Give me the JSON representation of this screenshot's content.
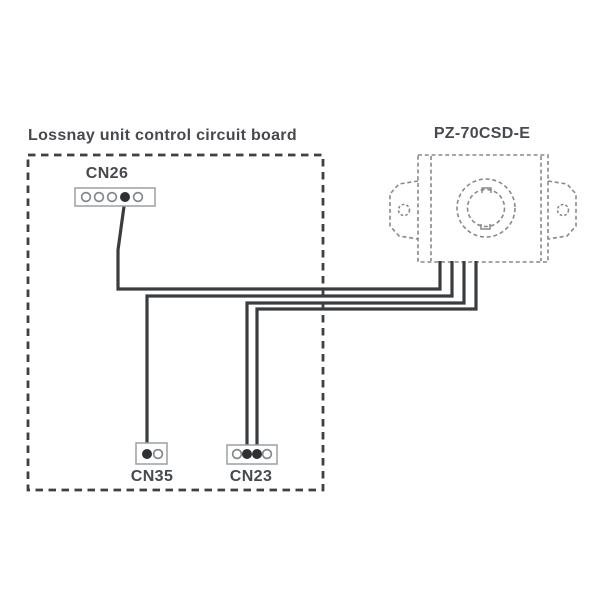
{
  "board": {
    "title": "Lossnay unit control circuit board",
    "connectors": [
      {
        "name": "CN26",
        "pins": 5,
        "connected_pin": 4
      },
      {
        "name": "CN35",
        "pins": 2,
        "connected_pin": 1
      },
      {
        "name": "CN23",
        "pins": 4,
        "connected_pins": [
          2,
          3
        ]
      }
    ]
  },
  "device": {
    "model": "PZ-70CSD-E",
    "wires": 4
  },
  "connections": [
    {
      "wire": 1,
      "from": "PZ-70CSD-E",
      "to": "CN26"
    },
    {
      "wire": 2,
      "from": "PZ-70CSD-E",
      "to": "CN35"
    },
    {
      "wire": 3,
      "from": "PZ-70CSD-E",
      "to": "CN23"
    },
    {
      "wire": 4,
      "from": "PZ-70CSD-E",
      "to": "CN23"
    }
  ],
  "colors": {
    "wire": "#3a3d40",
    "board_border": "#3e4144",
    "device_outline": "#87898c",
    "connector_border": "#9aa0a4",
    "pin_stroke": "#85898c",
    "pin_fill": "#2e3134",
    "text": "#46494d",
    "background": "#ffffff"
  }
}
